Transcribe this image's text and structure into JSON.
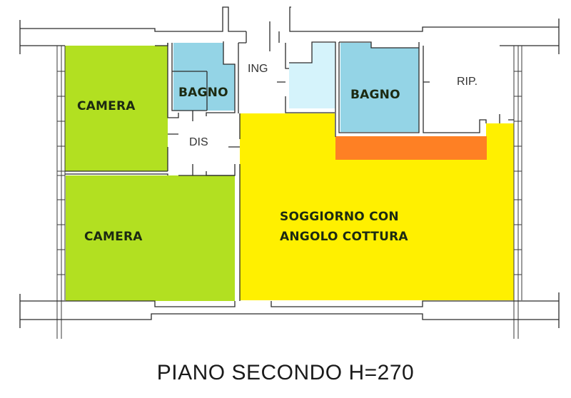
{
  "title": "PIANO SECONDO H=270",
  "colors": {
    "camera": "#b2e021",
    "bagno": "#94d4e6",
    "ingresso_bath": "#d5f3fb",
    "soggiorno": "#fff000",
    "cucina": "#fe8024",
    "wall": "#2b2b2b",
    "background": "#ffffff"
  },
  "rooms": {
    "camera_top": {
      "label": "CAMERA"
    },
    "camera_bottom": {
      "label": "CAMERA"
    },
    "bagno_left": {
      "label": "BAGNO"
    },
    "bagno_right": {
      "label": "BAGNO"
    },
    "ingresso": {
      "label": "ING"
    },
    "disimpegno": {
      "label": "DIS"
    },
    "ripostiglio": {
      "label": "RIP."
    },
    "soggiorno": {
      "line1": "SOGGIORNO CON",
      "line2": "ANGOLO COTTURA"
    },
    "angolo_cottura_strip": {
      "label": ""
    }
  }
}
